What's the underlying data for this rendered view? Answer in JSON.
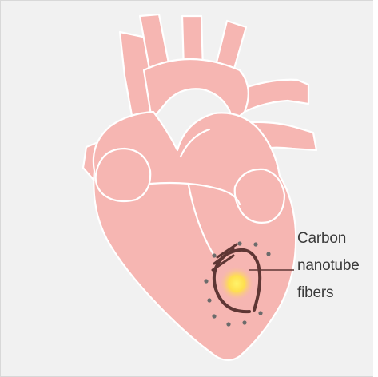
{
  "annotation": {
    "lines": [
      "Carbon",
      "nanotube",
      "fibers"
    ]
  },
  "colors": {
    "heart_fill": "#f6b6b2",
    "heart_outline": "#ffffff",
    "fiber_dark": "#5e3634",
    "dots": "#6b6b6b",
    "glow_center": "#ffe94a",
    "background": "#f1f1f1"
  },
  "icons": [
    "heart-illustration",
    "carbon-nanotube-fiber-patch"
  ]
}
